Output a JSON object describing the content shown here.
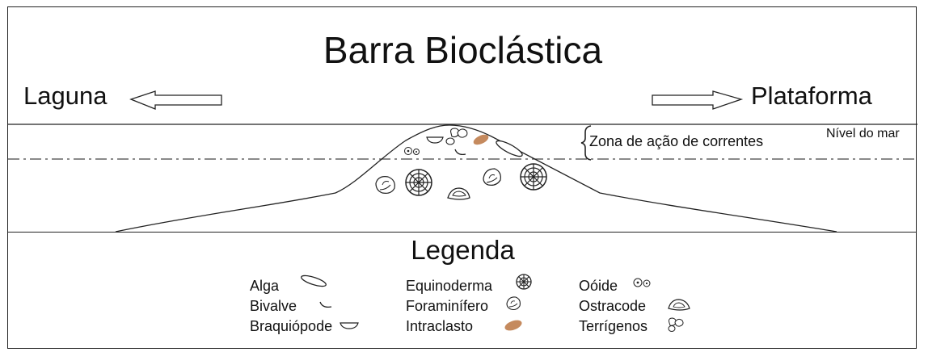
{
  "title": "Barra Bioclástica",
  "left_label": "Laguna",
  "right_label": "Plataforma",
  "zone_label": "Zona de ação de correntes",
  "sea_level_label": "Nível do mar",
  "legend": {
    "title": "Legenda",
    "items": [
      {
        "label": "Alga",
        "icon": "alga-icon"
      },
      {
        "label": "Bivalve",
        "icon": "bivalve-icon"
      },
      {
        "label": "Braquiópode",
        "icon": "braquiopode-icon"
      },
      {
        "label": "Equinoderma",
        "icon": "equinoderma-icon"
      },
      {
        "label": "Foraminífero",
        "icon": "foraminifero-icon"
      },
      {
        "label": "Intraclasto",
        "icon": "intraclasto-icon"
      },
      {
        "label": "Oóide",
        "icon": "ooide-icon"
      },
      {
        "label": "Ostracode",
        "icon": "ostracode-icon"
      },
      {
        "label": "Terrígenos",
        "icon": "terrigenos-icon"
      }
    ]
  },
  "colors": {
    "line": "#222222",
    "intraclasto": "#c58a5e"
  }
}
